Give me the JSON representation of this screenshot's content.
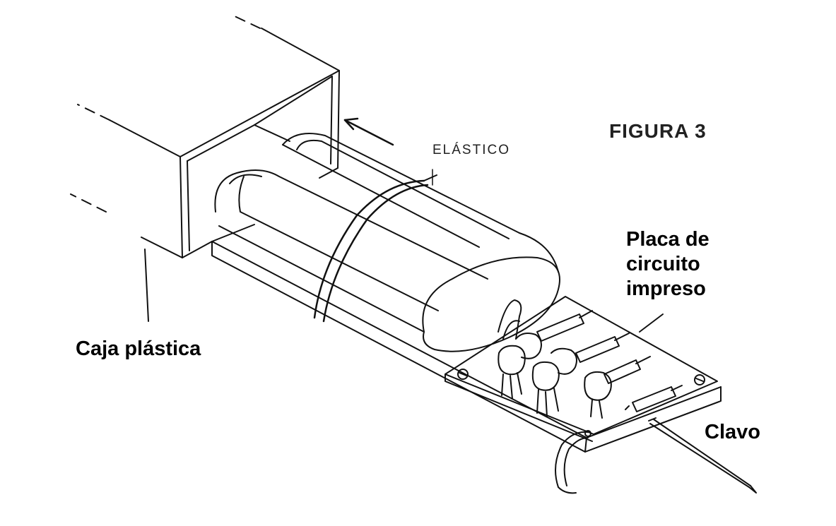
{
  "figure": {
    "title": "FIGURA 3"
  },
  "labels": {
    "elastic_band": "ELÁSTICO",
    "plastic_box": "Caja plástica",
    "circuit_board_line1": "Placa de",
    "circuit_board_line2": "circuito",
    "circuit_board_line3": "impreso",
    "nail": "Clavo"
  },
  "colors": {
    "ink": "#111111",
    "background": "#ffffff"
  }
}
